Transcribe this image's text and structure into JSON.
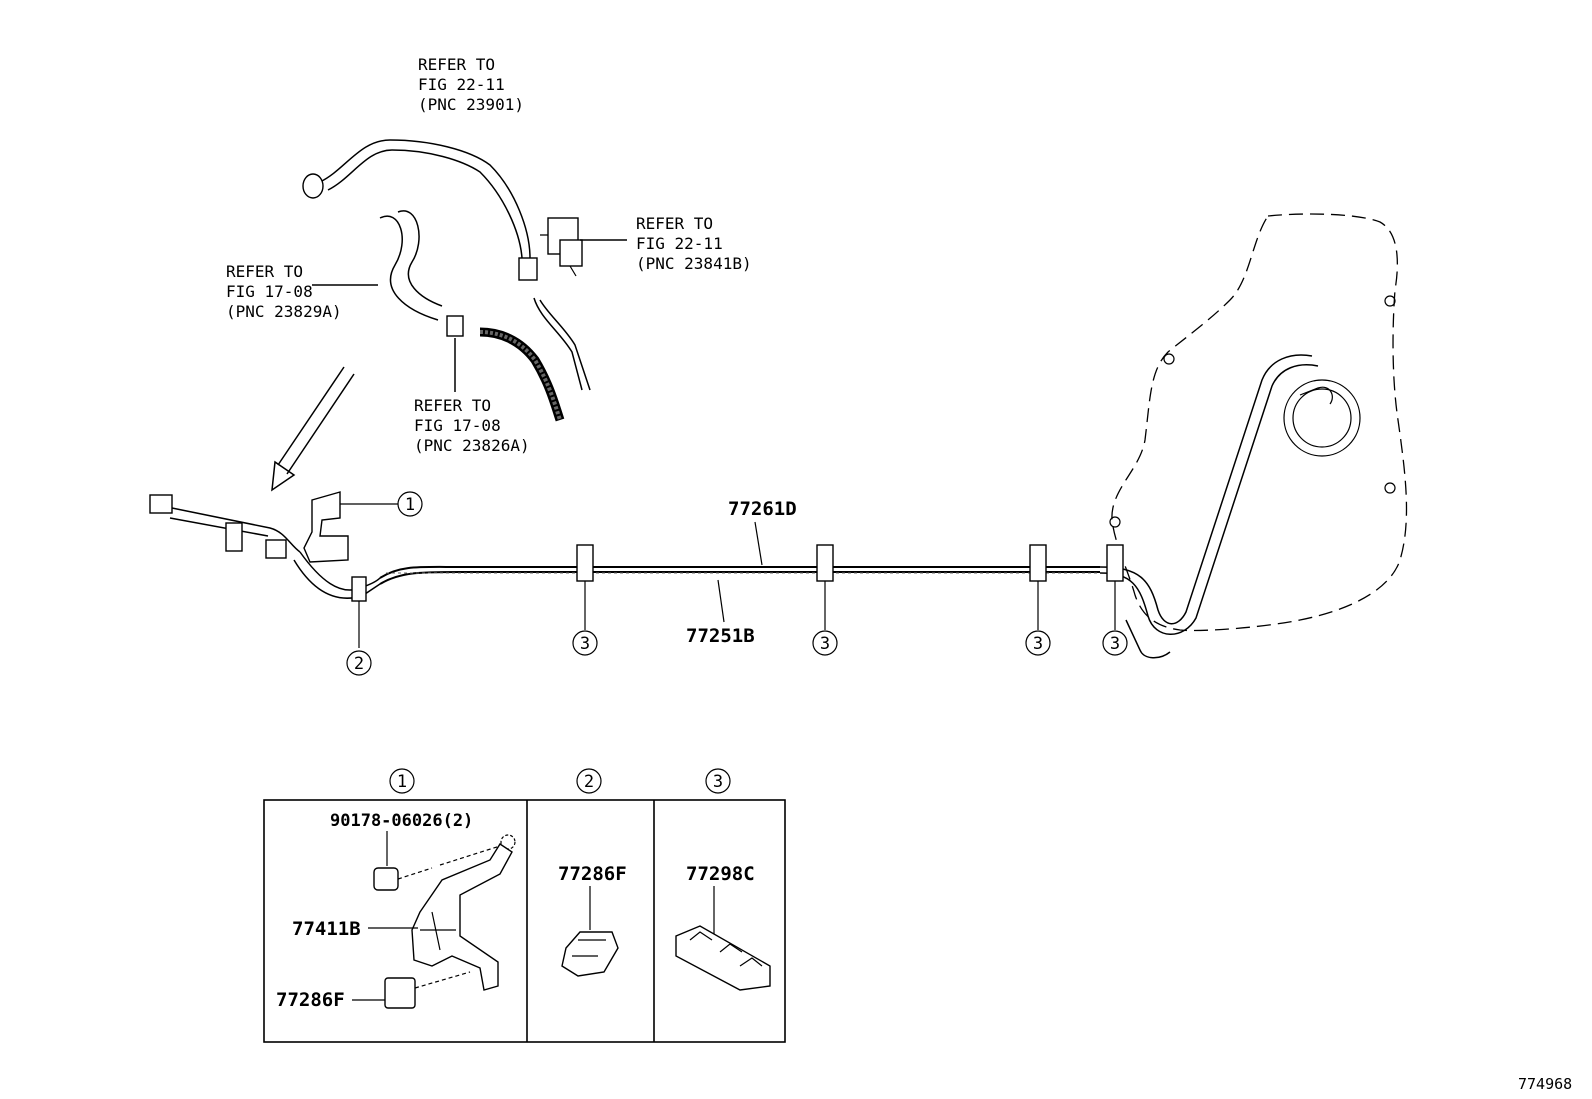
{
  "refs": {
    "pnc_23901": [
      "REFER TO",
      "FIG 22-11",
      "(PNC 23901)"
    ],
    "pnc_23841b": [
      "REFER TO",
      "FIG 22-11",
      "(PNC 23841B)"
    ],
    "pnc_23829a": [
      "REFER TO",
      "FIG 17-08",
      "(PNC 23829A)"
    ],
    "pnc_23826a": [
      "REFER TO",
      "FIG 17-08",
      "(PNC 23826A)"
    ]
  },
  "parts": {
    "main_tube": "77261D",
    "return_tube": "77251B",
    "nut": "90178-06026(2)",
    "bracket": "77411B",
    "clamp_box1": "77286F",
    "clamp_box2": "77286F",
    "clamp_box3": "77298C"
  },
  "callouts": {
    "c1": "1",
    "c2": "2",
    "c3": "3"
  },
  "figure_id": "774968"
}
